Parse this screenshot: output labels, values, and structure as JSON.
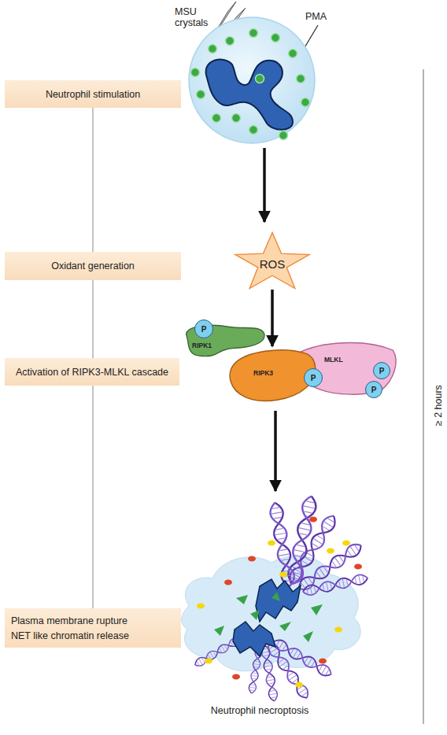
{
  "diagram": {
    "nodes": [
      {
        "text": [
          "Neutrophil stimulation"
        ]
      },
      {
        "text": [
          "Oxidant generation"
        ]
      },
      {
        "text": [
          "ROS"
        ]
      },
      {
        "text": [
          "RIPK1"
        ]
      },
      {
        "text": [
          "P"
        ]
      },
      {
        "text": [
          "Activation of RIPK3-MLKL cascade"
        ]
      },
      {
        "text": [
          "RIPK3"
        ]
      },
      {
        "text": [
          "P"
        ]
      },
      {
        "text": [
          "MLKL"
        ]
      },
      {
        "text": [
          "P"
        ]
      },
      {
        "text": [
          "P"
        ]
      },
      {
        "text": [
          "Plasma membrane rupture",
          "NET like chromatin release"
        ]
      }
    ],
    "edges": [
      {
        "from": 2,
        "to": 6,
        "arrow": "to"
      }
    ],
    "labels": [
      "MSU crystals",
      "PMA",
      "≥ 2 hours",
      "Neutrophil necroptosis"
    ]
  }
}
